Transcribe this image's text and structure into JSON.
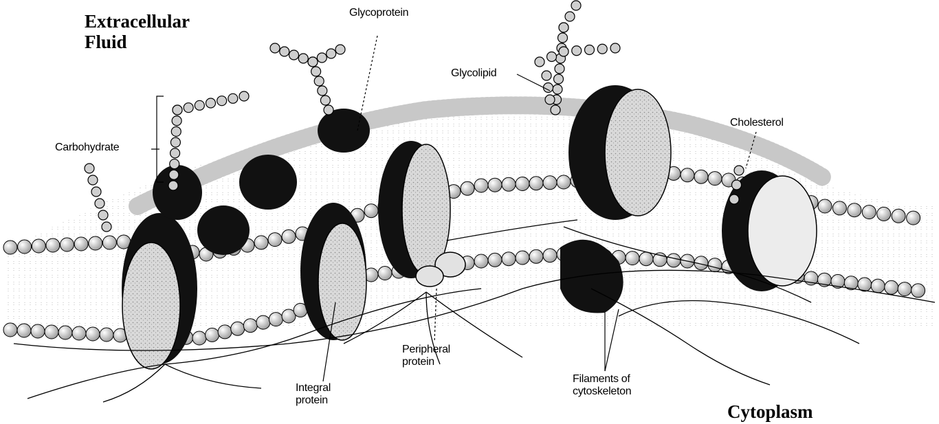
{
  "regions": {
    "extracellular_line1": "Extracellular",
    "extracellular_line2": "Fluid",
    "cytoplasm": "Cytoplasm"
  },
  "labels": {
    "glycoprotein": "Glycoprotein",
    "glycolipid": "Glycolipid",
    "carbohydrate": "Carbohydrate",
    "cholesterol": "Cholesterol",
    "peripheral_line1": "Peripheral",
    "peripheral_line2": "protein",
    "integral_line1": "Integral",
    "integral_line2": "protein",
    "filaments_line1": "Filaments of",
    "filaments_line2": "cytoskeleton"
  },
  "colors": {
    "ink": "#000000",
    "head_fill": "#d6d6d6",
    "protein_light": "#dcdcdc",
    "protein_dark": "#111111"
  }
}
